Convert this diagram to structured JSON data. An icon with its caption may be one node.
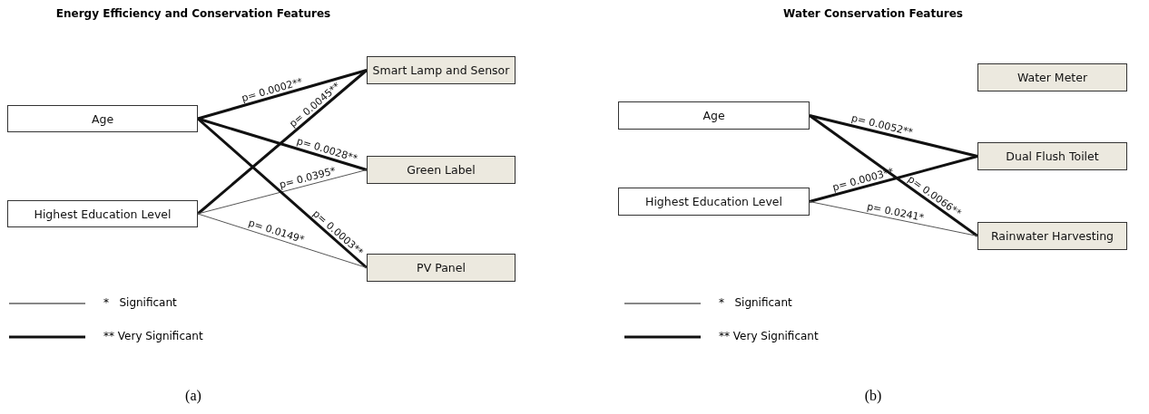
{
  "diagram": {
    "nodes": [
      {
        "text": [
          "Age"
        ]
      },
      {
        "text": [
          "Highest Education Level"
        ]
      },
      {
        "text": [
          "Smart Lamp and Sensor"
        ]
      },
      {
        "text": [
          "Green Label"
        ]
      },
      {
        "text": [
          "PV Panel"
        ]
      },
      {
        "text": [
          "Water Meter"
        ]
      },
      {
        "text": [
          "Age"
        ]
      },
      {
        "text": [
          "Highest Education Level"
        ]
      },
      {
        "text": [
          "Dual Flush Toilet"
        ]
      },
      {
        "text": [
          "Rainwater Harvesting"
        ]
      }
    ],
    "edges": [
      {
        "from": 0,
        "to": 2,
        "arrow": "none",
        "label": "p= 0.0002**"
      },
      {
        "from": 1,
        "to": 2,
        "arrow": "none",
        "label": "p= 0.0045**"
      },
      {
        "from": 0,
        "to": 3,
        "arrow": "none",
        "label": "p= 0.0028**"
      },
      {
        "from": 1,
        "to": 3,
        "arrow": "none",
        "label": "p= 0.0395*",
        "color": "#555555"
      },
      {
        "from": 0,
        "to": 4,
        "arrow": "none",
        "label": "p= 0.0003**"
      },
      {
        "from": 1,
        "to": 4,
        "arrow": "none",
        "label": "p= 0.0149*",
        "color": "#555555"
      },
      {
        "from": 6,
        "to": 8,
        "arrow": "none",
        "label": "p= 0.0052**"
      },
      {
        "from": 7,
        "to": 8,
        "arrow": "none",
        "label": "p= 0.0003**"
      },
      {
        "from": 6,
        "to": 9,
        "arrow": "none",
        "label": "p= 0.0066**"
      },
      {
        "from": 7,
        "to": 9,
        "arrow": "none",
        "label": "p= 0.0241*",
        "color": "#555555"
      }
    ],
    "labels": [
      "Energy Efficiency and Conservation Features",
      "Water Conservation Features",
      "(a)",
      "(b)"
    ],
    "legend": [
      {
        "text": "*   Significant"
      },
      {
        "text": "** Very Significant"
      },
      {
        "text": "*   Significant"
      },
      {
        "text": "** Very Significant"
      }
    ]
  }
}
